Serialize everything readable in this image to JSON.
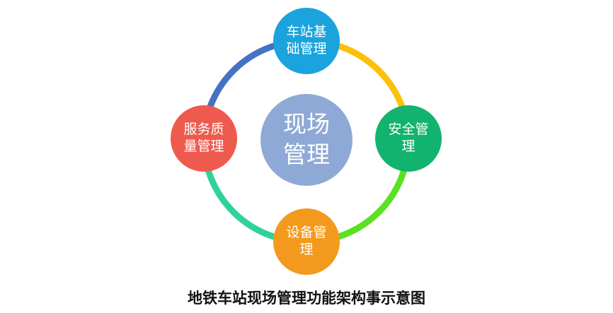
{
  "diagram": {
    "center": {
      "line1": "现场",
      "line2": "管理",
      "color": "#8FA9D6"
    },
    "nodes": {
      "top": {
        "line1": "车站基",
        "line2": "础管理",
        "color": "#1AA3DC"
      },
      "right": {
        "line1": "安全管",
        "line2": "理",
        "color": "#12B36E"
      },
      "bottom": {
        "line1": "设备管",
        "line2": "理",
        "color": "#F39A1E"
      },
      "left": {
        "line1": "服务质",
        "line2": "量管理",
        "color": "#EE5B4E"
      }
    },
    "arcs": {
      "top_right": "#FCC00A",
      "right_bottom": "#5BE024",
      "bottom_left": "#2FD39A",
      "left_top": "#4472C4"
    }
  },
  "caption": "地铁车站现场管理功能架构事示意图"
}
